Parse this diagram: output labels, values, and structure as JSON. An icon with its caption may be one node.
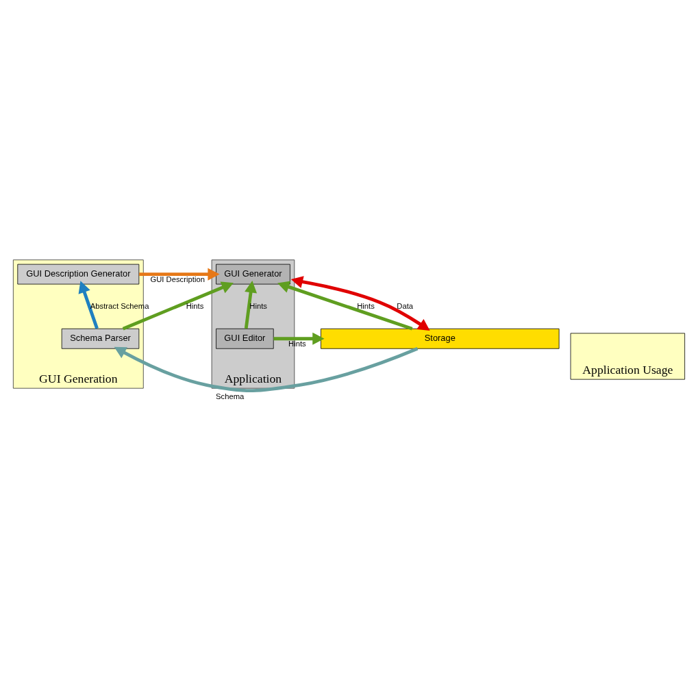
{
  "diagram": {
    "nodes": [
      {
        "text": [
          "GUI Generation"
        ]
      },
      {
        "text": [
          "Application Usage"
        ]
      },
      {
        "text": [
          "Application"
        ]
      },
      {
        "text": [
          "GUI Generator"
        ],
        "in": 2
      },
      {
        "text": [
          "GUI Editor"
        ],
        "in": 2
      },
      {
        "text": [
          "GUI Description Generator"
        ],
        "in": 0
      },
      {
        "text": [
          "Schema Parser"
        ],
        "in": 0
      },
      {
        "text": [
          "Storage"
        ]
      }
    ],
    "edges": [
      {
        "from": 5,
        "to": 3,
        "arrow": "to",
        "label": "GUI Description",
        "color": "#e67817"
      },
      {
        "from": 6,
        "to": 5,
        "arrow": "to",
        "label": "Abstract Schema",
        "color": "#1f80c0"
      },
      {
        "from": 7,
        "to": 6,
        "arrow": "to",
        "label": "Schema",
        "color": "#68a0a0"
      },
      {
        "from": 6,
        "to": 3,
        "arrow": "to",
        "label": "Hints"
      },
      {
        "from": 7,
        "to": 3,
        "arrow": "to",
        "label": "Hints"
      },
      {
        "from": 4,
        "to": 3,
        "arrow": "to",
        "label": "Hints"
      },
      {
        "from": 4,
        "to": 7,
        "arrow": "to",
        "label": "Hints"
      },
      {
        "from": 7,
        "to": 2,
        "arrow": "both",
        "label": "Data",
        "color": "#e00000"
      }
    ]
  }
}
